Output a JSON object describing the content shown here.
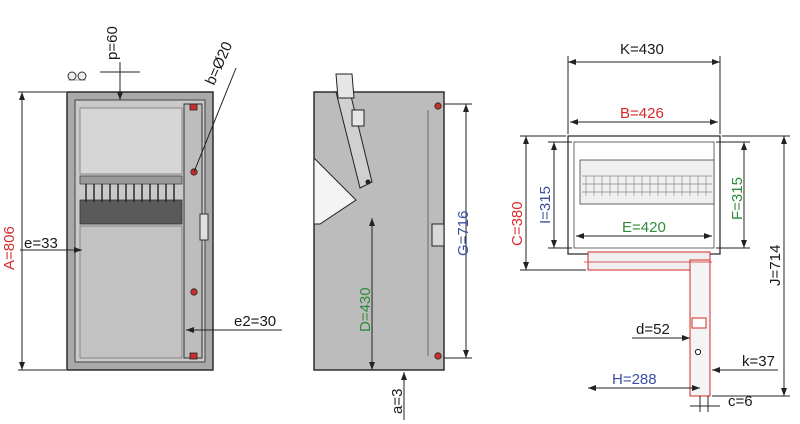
{
  "colors": {
    "black": "#1a1a1a",
    "red": "#d42a2a",
    "blue": "#3b4fa0",
    "green": "#2e8b3a",
    "cabinet_fill": "#b8b8b8",
    "cabinet_dark": "#7d7d7d",
    "rack_dark": "#555555"
  },
  "front_view": {
    "label_A": "A=806",
    "label_p": "p=60",
    "label_b": "b=Ø20",
    "label_e": "e=33",
    "label_e2": "e2=30"
  },
  "side_view": {
    "label_D": "D=430",
    "label_G": "G=716",
    "label_a": "a=3"
  },
  "top_view": {
    "label_K": "K=430",
    "label_B": "B=426",
    "label_C": "C=380",
    "label_I": "I=315",
    "label_F": "F=315",
    "label_E": "E=420",
    "label_J": "J=714",
    "label_d": "d=52",
    "label_k": "k=37",
    "label_H": "H=288",
    "label_c": "c=6"
  }
}
